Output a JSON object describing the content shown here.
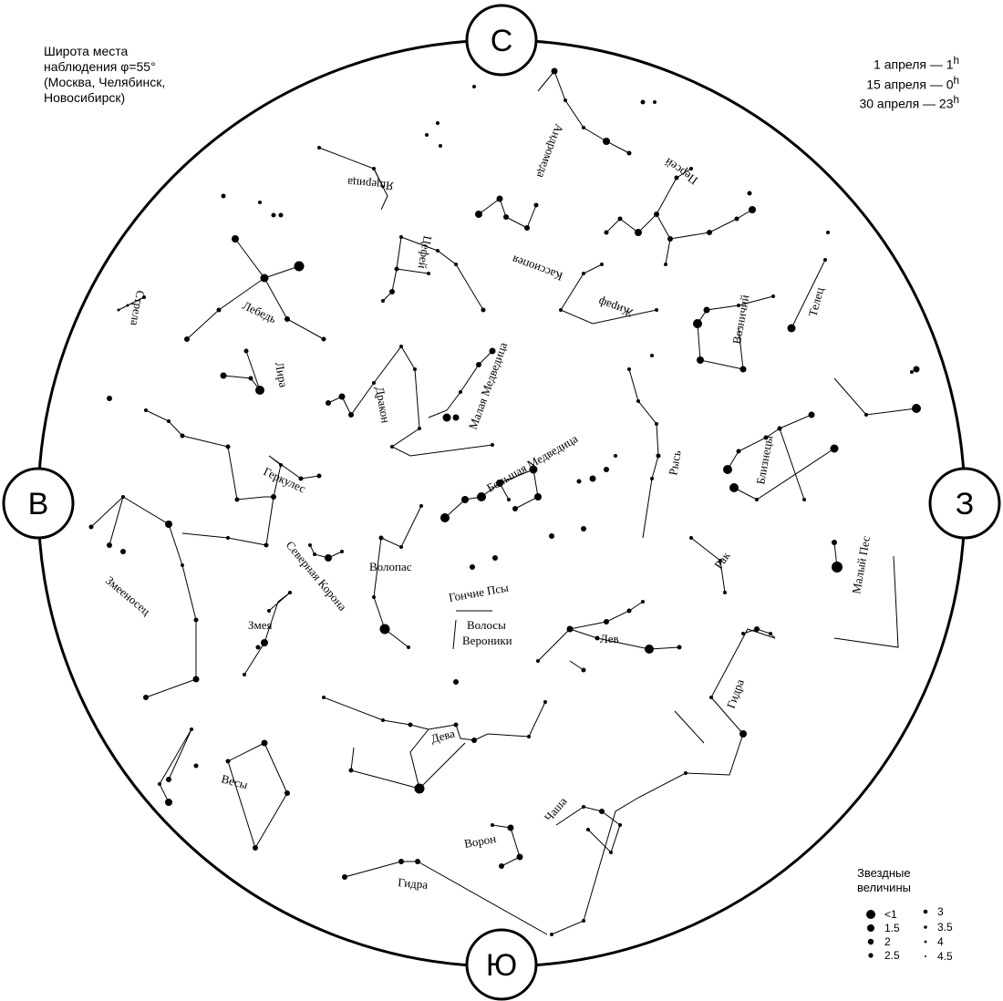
{
  "observation": {
    "lines": [
      "Широта места",
      "наблюдения φ=55°",
      "(Москва, Челябинск,",
      "Новосибирск)"
    ]
  },
  "times": [
    {
      "date": "1 апреля — 1",
      "hour": "h"
    },
    {
      "date": "15 апреля — 0",
      "hour": "h"
    },
    {
      "date": "30 апреля — 23",
      "hour": "h"
    }
  ],
  "directions": {
    "north": "С",
    "south": "Ю",
    "east": "В",
    "west": "З"
  },
  "constellations": [
    "Андромеда",
    "Ящерица",
    "Персей",
    "Кассиопея",
    "Цефей",
    "Жираф",
    "Стрела",
    "Лебедь",
    "Возничий",
    "Телец",
    "Лира",
    "Дракон",
    "Малая Медведица",
    "Большая Медведица",
    "Рысь",
    "Близнецы",
    "Геркулес",
    "Северная Корона",
    "Волопас",
    "Гончие Псы",
    "Рак",
    "Малый Пес",
    "Змееносец",
    "Змея",
    "Волосы",
    "Вероники",
    "Лев",
    "Гидра",
    "Дева",
    "Весы",
    "Чаша",
    "Ворон",
    "Гидра"
  ],
  "legend": {
    "title_lines": [
      "Звездные",
      "величины"
    ],
    "magnitudes": [
      "<1",
      "1.5",
      "2",
      "2.5",
      "3",
      "3.5",
      "4",
      "4.5"
    ]
  }
}
